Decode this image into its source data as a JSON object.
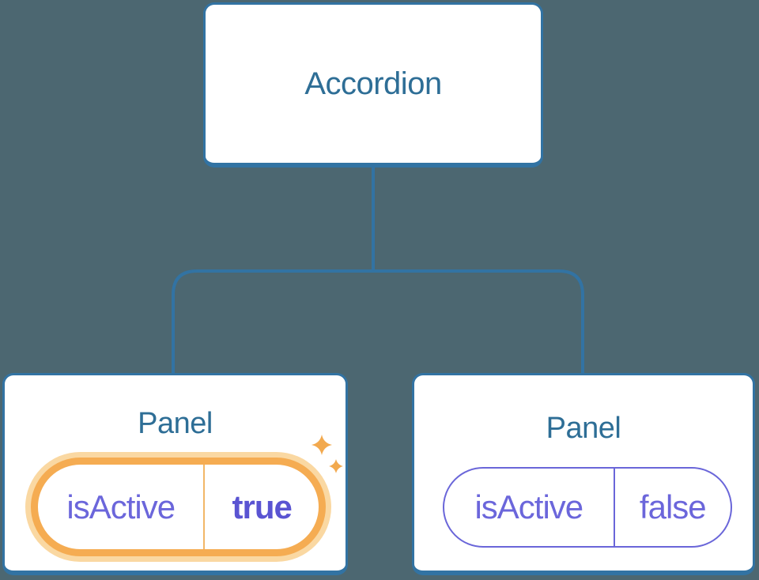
{
  "diagram": {
    "description": "Component tree diagram: Accordion parent with two Panel children holding isActive state",
    "colors": {
      "background": "#4C6771",
      "node_fill": "#FFFFFF",
      "node_border_blue": "#3273A3",
      "title_blue": "#2E6E96",
      "state_purple": "#6B66DB",
      "state_purple_bold": "#5A54D2",
      "highlight_orange": "#F5AC52",
      "highlight_glow": "#FAD8A2",
      "sparkle_orange": "#F2A94E"
    },
    "root": {
      "label": "Accordion"
    },
    "panels": [
      {
        "label": "Panel",
        "prop": {
          "name": "isActive",
          "value": "true"
        },
        "highlighted": true,
        "sparkles": true
      },
      {
        "label": "Panel",
        "prop": {
          "name": "isActive",
          "value": "false"
        },
        "highlighted": false,
        "sparkles": false
      }
    ]
  }
}
